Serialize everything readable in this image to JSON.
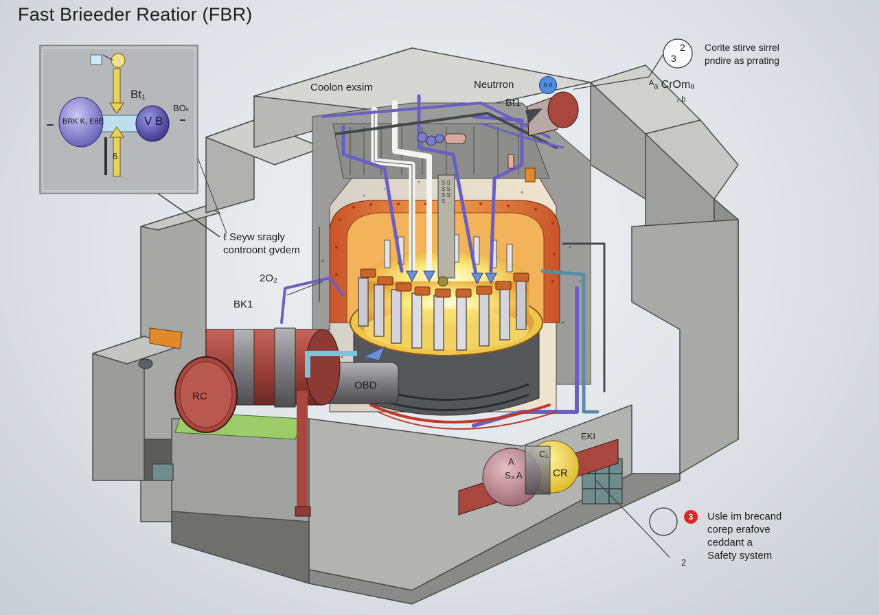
{
  "title": "Fast Brieeder Reatior (FBR)",
  "colors": {
    "concrete": "#b8b9b6",
    "concrete_dark": "#8f908d",
    "core_glow": "#fff7a8",
    "shield_orange": "#e8743a",
    "pipe_red": "#a9473e",
    "pipe_blue": "#6a5fc2",
    "pipe_white": "#f4f4f2",
    "inset_bg": "#b7b8bb"
  },
  "inset": {
    "left_sphere": "BRK K, E6E",
    "right_sphere": "V B",
    "label_top": "Bt₁",
    "label_right": "BOₖ",
    "label_bottom": "6"
  },
  "labels": {
    "coolant_exit": "Coolon exsim",
    "neutron": "Neutrron",
    "bt1": "Bt1",
    "blue_badge": "6 6",
    "safety_control": [
      "ℓ Seyw sragly",
      "controont gvdem"
    ],
    "co2": "2O₂",
    "bk1": "BK1",
    "rc": "RC",
    "obd": "OBD",
    "ek1": "EKI",
    "s3a": "S₃ A",
    "a": "A",
    "c": "C₁",
    "cr": "CR",
    "core_column": "S S S S S S S"
  },
  "top_right_note": {
    "circle_top": "2",
    "circle_bottom": "3",
    "lines": [
      "Corite stirve sirrel",
      "pndire as prrating"
    ],
    "formula": "ᴬₐ CrOmₐ",
    "formula_sub": "₂ b"
  },
  "bottom_right_note": {
    "badge": "3",
    "lines": [
      "Usle im brecand",
      "corep erafove",
      "ceddant a",
      "Safety system"
    ],
    "subscript": "2"
  }
}
